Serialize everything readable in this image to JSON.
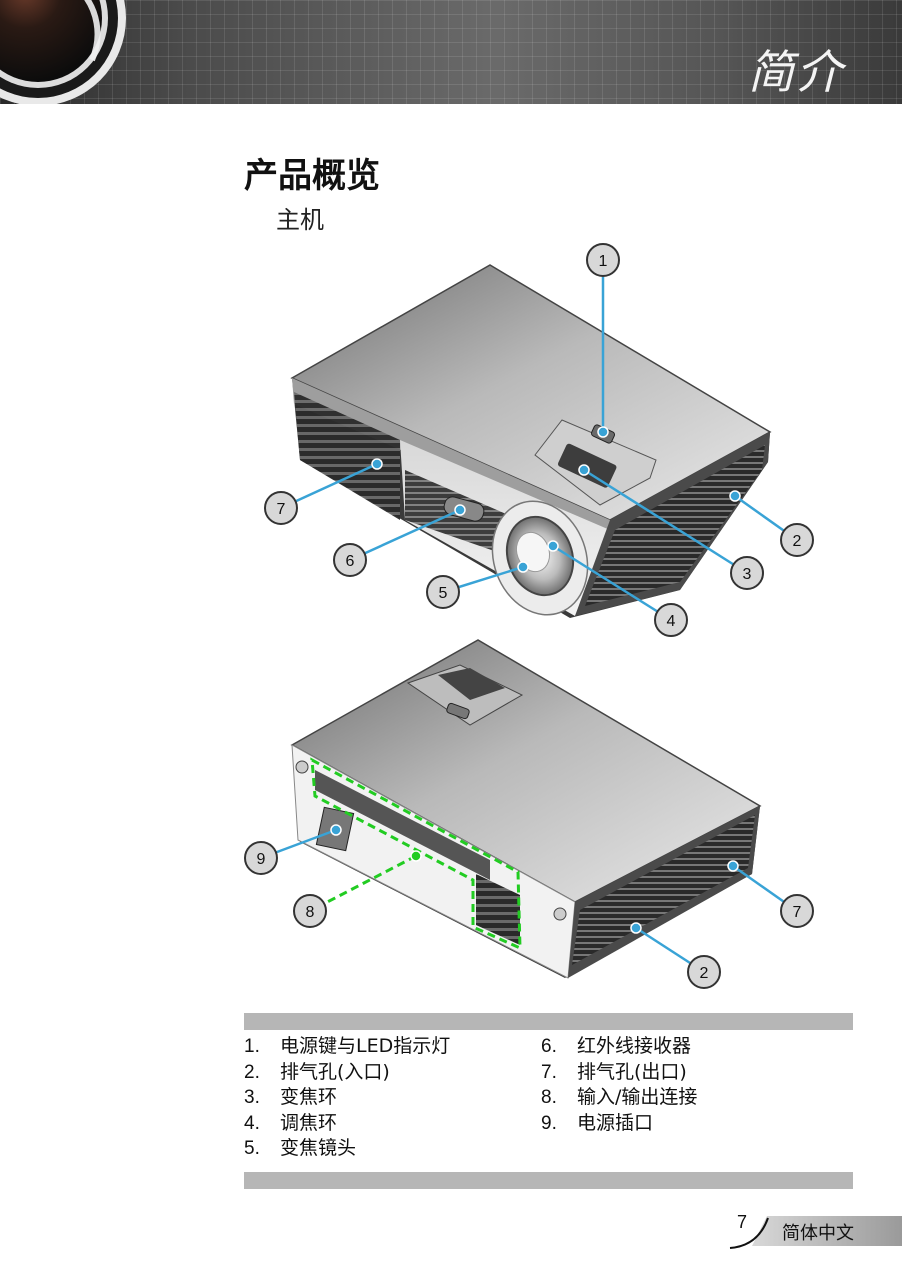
{
  "header": {
    "section_title": "简介"
  },
  "page": {
    "title": "产品概览",
    "subtitle": "主机",
    "page_number": "7",
    "language_tab": "简体中文"
  },
  "callouts_top": [
    "1",
    "2",
    "3",
    "4",
    "5",
    "6",
    "7"
  ],
  "callouts_bottom": [
    "9",
    "8",
    "7",
    "2"
  ],
  "legend": {
    "left": [
      {
        "num": "1.",
        "text": "电源键与LED指示灯"
      },
      {
        "num": "2.",
        "text": "排气孔(入口)"
      },
      {
        "num": "3.",
        "text": "变焦环"
      },
      {
        "num": "4.",
        "text": "调焦环"
      },
      {
        "num": "5.",
        "text": "变焦镜头"
      }
    ],
    "right": [
      {
        "num": "6.",
        "text": "红外线接收器"
      },
      {
        "num": "7.",
        "text": "排气孔(出口)"
      },
      {
        "num": "8.",
        "text": "输入/输出连接"
      },
      {
        "num": "9.",
        "text": "电源插口"
      }
    ]
  },
  "colors": {
    "leader_line": "#39a3d6",
    "dashed_highlight": "#22cc22",
    "bar_gray": "#b6b6b6"
  }
}
